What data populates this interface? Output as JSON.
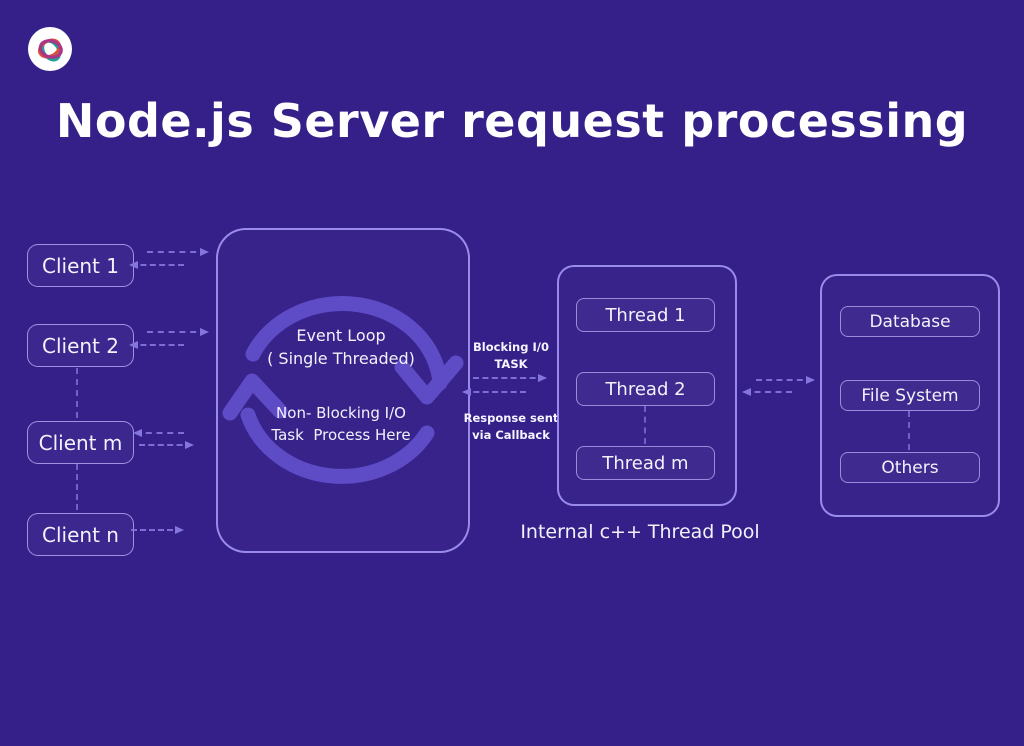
{
  "header": {
    "title": "Node.js Server request processing",
    "logo_icon": "swirl-rings-logo"
  },
  "clients": {
    "items": [
      "Client 1",
      "Client 2",
      "Client m",
      "Client n"
    ]
  },
  "event_loop": {
    "title_line1": "Event Loop",
    "title_line2": "( Single Threaded)",
    "body_line1": "Non- Blocking I/O",
    "body_line2": "Task  Process Here"
  },
  "flow_labels": {
    "request_line1": "Blocking I/0",
    "request_line2": "TASK",
    "response_line1": "Response sent",
    "response_line2": "via Callback"
  },
  "thread_pool": {
    "items": [
      "Thread 1",
      "Thread 2",
      "Thread m"
    ],
    "caption": "Internal c++ Thread Pool"
  },
  "resources": {
    "items": [
      "Database",
      "File System",
      "Others"
    ]
  },
  "colors": {
    "background": "#35208A",
    "box_border": "#9F91EE",
    "loop_arrow": "#5D4CC6",
    "dashed_arrow": "#8576DD",
    "text": "#F3F1FC",
    "logo_orange": "#D94F3D",
    "logo_teal": "#1FA193",
    "logo_magenta": "#AA3488"
  }
}
